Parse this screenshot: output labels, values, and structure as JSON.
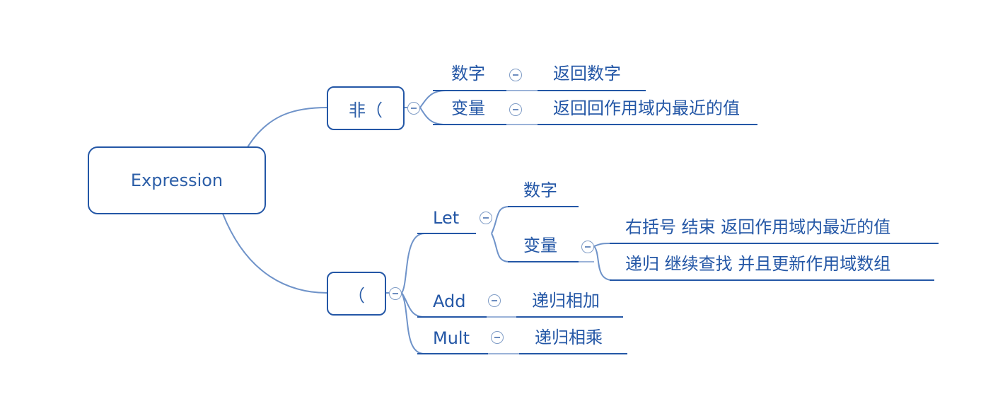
{
  "root": {
    "label": "Expression"
  },
  "branch_not": {
    "label": "非（",
    "children": [
      {
        "label": "数字",
        "result": "返回数字"
      },
      {
        "label": "变量",
        "result": "返回回作用域内最近的值"
      }
    ]
  },
  "branch_paren": {
    "label": "（",
    "let": {
      "label": "Let",
      "children": [
        {
          "label": "数字"
        },
        {
          "label": "变量",
          "results": [
            "右括号  结束 返回作用域内最近的值",
            "递归 继续查找 并且更新作用域数组"
          ]
        }
      ]
    },
    "add": {
      "label": "Add",
      "result": "递归相加"
    },
    "mult": {
      "label": "Mult",
      "result": "递归相乘"
    }
  },
  "colors": {
    "node_border": "#2457a6",
    "text": "#2457a6",
    "connector": "#6f93c9",
    "underline": "#2457a6"
  },
  "icons": {
    "collapse_toggle": "minus-circle-icon"
  }
}
